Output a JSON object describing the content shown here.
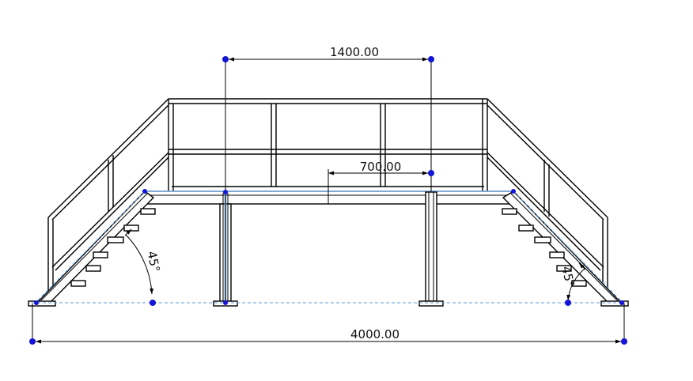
{
  "dimensions": {
    "overall_width": "4000.00",
    "column_spacing": "1400.00",
    "half_offset": "700.00",
    "stair_angle_left": "45°",
    "stair_angle_right": "45°"
  },
  "colors": {
    "line": "#000000",
    "handle": "#1414d6",
    "reference_dash": "#5b9bd5",
    "selected_edge": "#7ab0e8"
  }
}
